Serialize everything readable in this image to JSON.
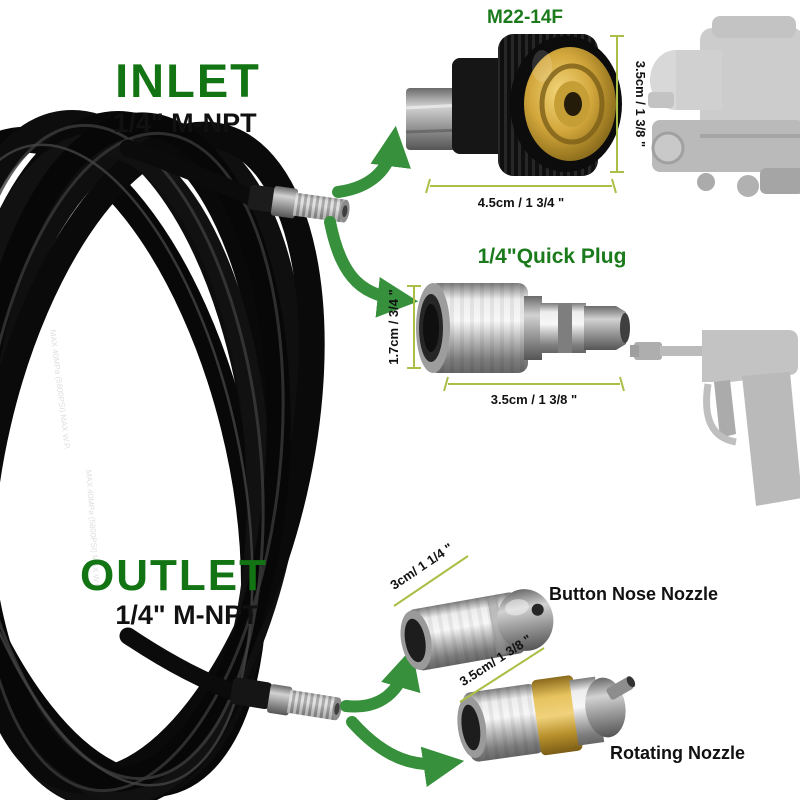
{
  "colors": {
    "title_green": "#137413",
    "label_green": "#1b7a1b",
    "arrow_green": "#37903b",
    "dim_line_green": "#a9bf45",
    "text_black": "#111111",
    "hose_black": "#0b0b0b",
    "brass": "#cda23a",
    "steel": "#c0c0c0"
  },
  "inlet": {
    "title": "INLET",
    "subtitle": "1/4\" M-NPT"
  },
  "outlet": {
    "title": "OUTLET",
    "subtitle": "1/4\" M-NPT"
  },
  "m22": {
    "label": "M22-14F",
    "dim_side": "3.5cm / 1 3/8 \"",
    "dim_bottom": "4.5cm / 1 3/4 \""
  },
  "quick_plug": {
    "label": "1/4\"Quick Plug",
    "dim_side": "1.7cm / 3/4 \"",
    "dim_bottom": "3.5cm / 1 3/8 \""
  },
  "button_nozzle": {
    "label": "Button Nose Nozzle",
    "dim": "3cm/ 1 1/4 \""
  },
  "rotating_nozzle": {
    "label": "Rotating Nozzle",
    "dim": "3.5cm/ 1 3/8 \""
  },
  "hose": {
    "print": "MAX 40MPa (5800PSI) MAX W.P."
  }
}
